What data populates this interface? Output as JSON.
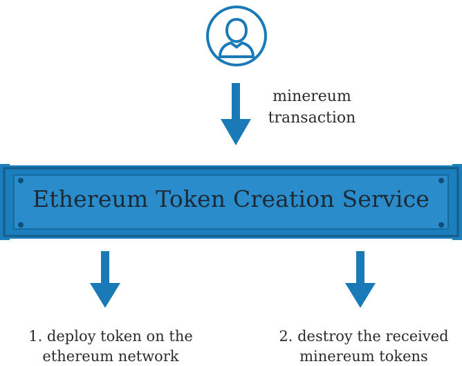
{
  "colors": {
    "accent": "#1a7ab8",
    "banner_fill": "#1c7fbd",
    "banner_dark": "#155e8c",
    "text": "#2b2b2b"
  },
  "user": {
    "icon": "user-icon"
  },
  "transaction": {
    "line1": "minereum",
    "line2": "transaction"
  },
  "service": {
    "title": "Ethereum Token Creation Service"
  },
  "steps": [
    {
      "line1": "1. deploy token on the",
      "line2": "ethereum network"
    },
    {
      "line1": "2. destroy the received",
      "line2": "minereum tokens"
    }
  ]
}
